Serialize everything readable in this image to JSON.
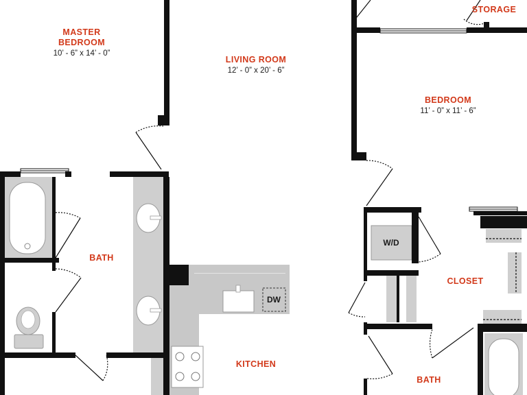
{
  "floor_plan": {
    "colors": {
      "wall": "#111111",
      "room_label": "#d2391a",
      "fixture_fill": "#cfcfcf",
      "counter_fill": "#c8c8c8",
      "dimension_text": "#1a1a1a",
      "background": "#ffffff"
    },
    "rooms": {
      "master_bedroom": {
        "name_line1": "MASTER",
        "name_line2": "BEDROOM",
        "dimensions": "10’ - 6” x 14’ - 0”"
      },
      "living_room": {
        "name": "LIVING ROOM",
        "dimensions": "12’ - 0” x 20’ - 6”"
      },
      "bedroom": {
        "name": "BEDROOM",
        "dimensions": "11’ - 0” x 11’ - 6”"
      },
      "storage": {
        "name": "STORAGE"
      },
      "bath_left": {
        "name": "BATH"
      },
      "bath_right": {
        "name": "BATH"
      },
      "closet": {
        "name": "CLOSET"
      },
      "kitchen": {
        "name": "KITCHEN"
      }
    },
    "appliances": {
      "washer_dryer": "W/D",
      "dishwasher": "DW"
    },
    "fixtures": [
      "bathtub-icon",
      "sink-icon",
      "toilet-icon",
      "stove-icon",
      "door-swing-icon",
      "window-icon"
    ]
  }
}
